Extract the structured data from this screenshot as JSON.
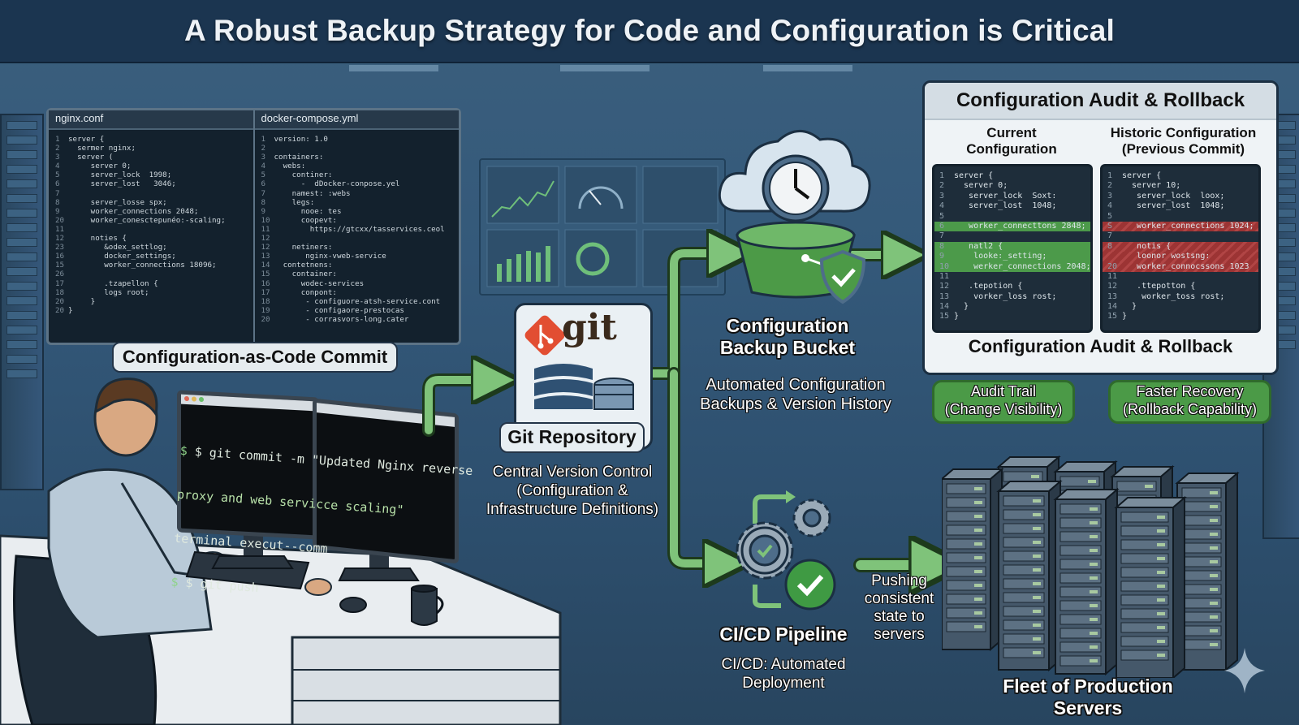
{
  "title": "A Robust Backup Strategy for Code and Configuration is Critical",
  "code_panel": {
    "files": [
      {
        "tab": "nginx.conf",
        "lines": [
          {
            "n": "1",
            "text": "server {"
          },
          {
            "n": "2",
            "text": "  sermer nginx;"
          },
          {
            "n": "3",
            "text": "  server ("
          },
          {
            "n": "4",
            "text": "     server 0;"
          },
          {
            "n": "5",
            "text": "     server_lock  1998;"
          },
          {
            "n": "6",
            "text": "     server_lost   3046;"
          },
          {
            "n": "7",
            "text": ""
          },
          {
            "n": "8",
            "text": "     server_losse spx;"
          },
          {
            "n": "9",
            "text": "     worker_connections 2048;"
          },
          {
            "n": "20",
            "text": "     worker_conesctepunéo:-scaling;"
          },
          {
            "n": "11",
            "text": ""
          },
          {
            "n": "12",
            "text": "     noties {"
          },
          {
            "n": "23",
            "text": "        &odex_settlog;"
          },
          {
            "n": "16",
            "text": "        docker_settings;"
          },
          {
            "n": "15",
            "text": "        worker_connections 18096;"
          },
          {
            "n": "26",
            "text": ""
          },
          {
            "n": "17",
            "text": "        .tzapellon {"
          },
          {
            "n": "18",
            "text": "        logs root;"
          },
          {
            "n": "20",
            "text": "     }"
          },
          {
            "n": "20",
            "text": "}"
          }
        ]
      },
      {
        "tab": "docker-compose.yml",
        "lines": [
          {
            "n": "1",
            "text": "version: 1.0"
          },
          {
            "n": "2",
            "text": ""
          },
          {
            "n": "3",
            "text": "containers:"
          },
          {
            "n": "4",
            "text": "  webs:"
          },
          {
            "n": "5",
            "text": "    continer:"
          },
          {
            "n": "6",
            "text": "      -  dDocker-conpose.yel"
          },
          {
            "n": "7",
            "text": "    namest: :webs"
          },
          {
            "n": "8",
            "text": "    legs:"
          },
          {
            "n": "9",
            "text": "      nooe: tes"
          },
          {
            "n": "10",
            "text": "      coopevt:"
          },
          {
            "n": "11",
            "text": "        https://gtcxx/tasservices.ceol"
          },
          {
            "n": "12",
            "text": ""
          },
          {
            "n": "12",
            "text": "    netiners:"
          },
          {
            "n": "13",
            "text": "       nginx-vweb-service"
          },
          {
            "n": "14",
            "text": "  contetnens:"
          },
          {
            "n": "15",
            "text": "    container:"
          },
          {
            "n": "16",
            "text": "      wodec-services"
          },
          {
            "n": "17",
            "text": "      conpont:"
          },
          {
            "n": "18",
            "text": "       - configuore-atsh-service.cont"
          },
          {
            "n": "19",
            "text": "       - configaore-prestocas"
          },
          {
            "n": "20",
            "text": "       - corrasvors-long.cater"
          }
        ]
      }
    ],
    "label": "Configuration-as-Code Commit"
  },
  "terminal": {
    "lines": [
      "$ git commit -m \"Updated Nginx reverse",
      "proxy and web servicce scaling\"",
      "terminal execut--comm",
      "$ git push"
    ]
  },
  "git_repo": {
    "logo_text": "git",
    "label": "Git Repository",
    "description": [
      "Central Version Control",
      "(Configuration &",
      "Infrastructure Definitions)"
    ]
  },
  "backup_bucket": {
    "label": [
      "Configuration",
      "Backup Bucket"
    ],
    "description": [
      "Automated Configuration",
      "Backups & Version History"
    ]
  },
  "cicd": {
    "label": "CI/CD Pipeline",
    "description": [
      "CI/CD: Automated",
      "Deployment"
    ],
    "push_text": [
      "Pushing",
      "consistent",
      "state to",
      "servers"
    ]
  },
  "audit": {
    "title": "Configuration Audit & Rollback",
    "footer": "Configuration Audit & Rollback",
    "current": {
      "heading": [
        "Current",
        "Configuration"
      ],
      "lines": [
        {
          "n": "1",
          "text": "server {",
          "type": ""
        },
        {
          "n": "2",
          "text": "  server 0;",
          "type": ""
        },
        {
          "n": "3",
          "text": "   server_lock  Soxt:",
          "type": ""
        },
        {
          "n": "4",
          "text": "   server_lost  1048;",
          "type": ""
        },
        {
          "n": "5",
          "text": "",
          "type": ""
        },
        {
          "n": "6",
          "text": "   worker_connecttons 2848;",
          "type": "add"
        },
        {
          "n": "7",
          "text": "",
          "type": ""
        },
        {
          "n": "8",
          "text": "   natl2 {",
          "type": "add"
        },
        {
          "n": "9",
          "text": "    looke:_setting;",
          "type": "add"
        },
        {
          "n": "10",
          "text": "    werker_connections 2048;",
          "type": "add"
        },
        {
          "n": "11",
          "text": "",
          "type": ""
        },
        {
          "n": "12",
          "text": "   .tepotion {",
          "type": ""
        },
        {
          "n": "13",
          "text": "    vorker_loss rost;",
          "type": ""
        },
        {
          "n": "14",
          "text": "  }",
          "type": ""
        },
        {
          "n": "15",
          "text": "}",
          "type": ""
        }
      ]
    },
    "historic": {
      "heading": [
        "Historic Configuration",
        "(Previous Commit)"
      ],
      "lines": [
        {
          "n": "1",
          "text": "server {",
          "type": ""
        },
        {
          "n": "2",
          "text": "  server 10;",
          "type": ""
        },
        {
          "n": "3",
          "text": "   server_lock  loox;",
          "type": ""
        },
        {
          "n": "4",
          "text": "   server_lost  1048;",
          "type": ""
        },
        {
          "n": "5",
          "text": "",
          "type": ""
        },
        {
          "n": "S",
          "text": "   worker_connections 1024;",
          "type": "del"
        },
        {
          "n": "7",
          "text": "",
          "type": ""
        },
        {
          "n": "8",
          "text": "   notis {",
          "type": "del"
        },
        {
          "n": "",
          "text": "   loonor wostsng:",
          "type": "del"
        },
        {
          "n": "20",
          "text": "   worker_connocssons 1023",
          "type": "del"
        },
        {
          "n": "11",
          "text": "",
          "type": ""
        },
        {
          "n": "12",
          "text": "   .ttepotton {",
          "type": ""
        },
        {
          "n": "13",
          "text": "    worker_toss rost;",
          "type": ""
        },
        {
          "n": "14",
          "text": "  }",
          "type": ""
        },
        {
          "n": "15",
          "text": "}",
          "type": ""
        }
      ]
    },
    "callouts": [
      {
        "title": "Audit Trail",
        "subtitle": "(Change Visibility)"
      },
      {
        "title": "Faster Recovery",
        "subtitle": "(Rollback Capability)"
      }
    ]
  },
  "servers": {
    "label": "Fleet of Production Servers"
  },
  "colors": {
    "accent_green": "#7fc37a",
    "diff_add": "#4c9a4a",
    "diff_del": "#b14545",
    "git_orange": "#e24e32",
    "title_bg": "#1b3550"
  }
}
